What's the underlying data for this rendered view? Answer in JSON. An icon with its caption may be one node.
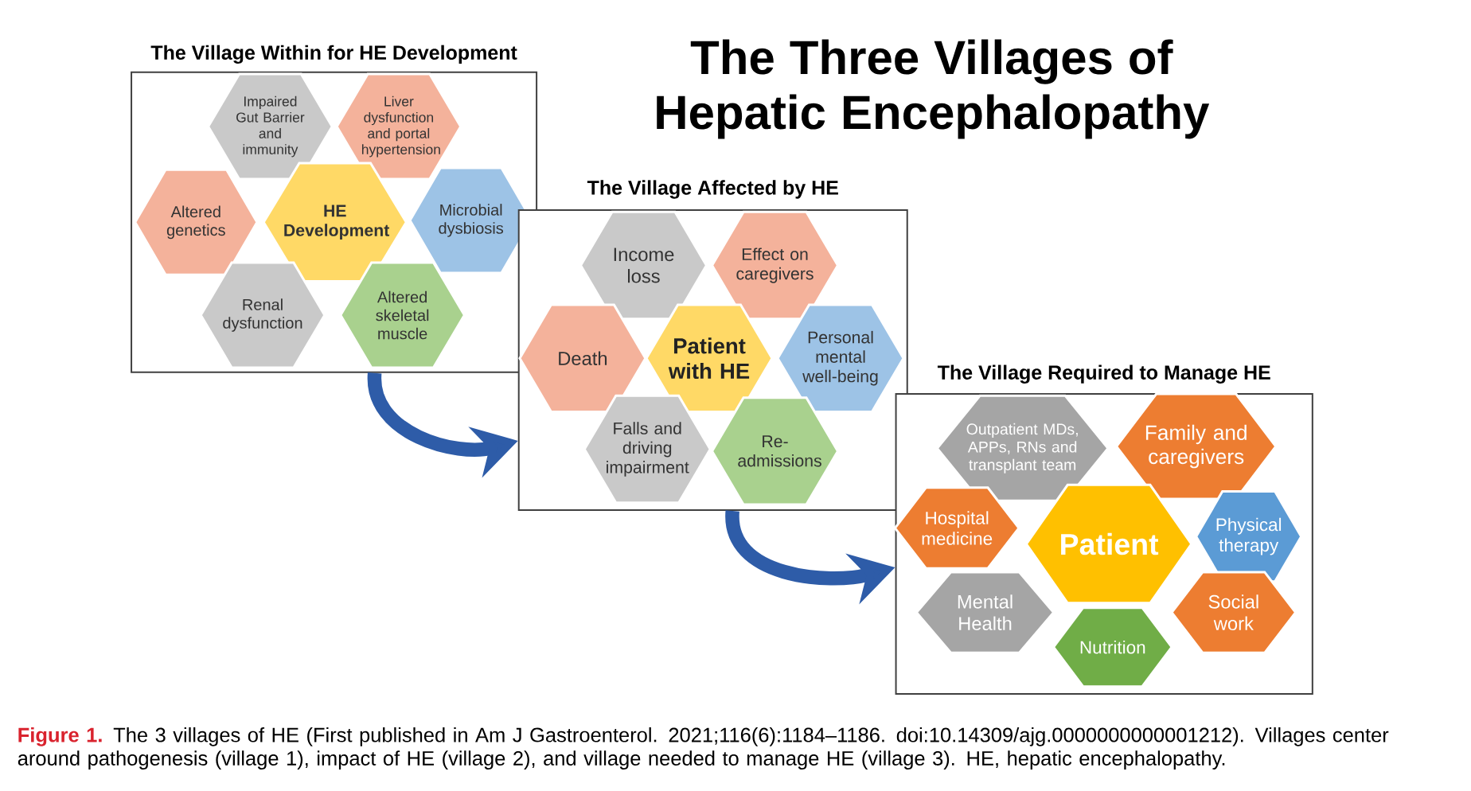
{
  "diagram": {
    "title": "The Three Villages of Hepatic Encephalopathy",
    "caption": "The 3 villages of HE (First published in Am J Gastroenterol. 2021;116(6):1184–1186. doi:10.14309/ajg.0000000000001212). Villages center around pathogenesis (village 1), impact of HE (village 2), and village needed to manage HE (village 3). HE, hepatic encephalopathy.",
    "nodes": [
      {
        "text": [
          "The Village Within for HE Development"
        ]
      },
      {
        "text": [
          "Impaired Gut Barrier and immunity"
        ],
        "in": 0
      },
      {
        "text": [
          "Liver dysfunction and portal hypertension"
        ],
        "in": 0
      },
      {
        "text": [
          "Altered genetics"
        ],
        "in": 0
      },
      {
        "text": [
          "HE Development"
        ],
        "in": 0
      },
      {
        "text": [
          "Microbial dysbiosis"
        ],
        "in": 0
      },
      {
        "text": [
          "Renal dysfunction"
        ],
        "in": 0
      },
      {
        "text": [
          "Altered skeletal muscle"
        ],
        "in": 0
      },
      {
        "text": [
          "The Village Affected by HE"
        ]
      },
      {
        "text": [
          "Income loss"
        ],
        "in": 8
      },
      {
        "text": [
          "Effect on caregivers"
        ],
        "in": 8
      },
      {
        "text": [
          "Death"
        ],
        "in": 8
      },
      {
        "text": [
          "Patient with HE"
        ],
        "in": 8
      },
      {
        "text": [
          "Personal mental well-being"
        ],
        "in": 8
      },
      {
        "text": [
          "Falls and driving impairment"
        ],
        "in": 8
      },
      {
        "text": [
          "Re-admissions"
        ],
        "in": 8
      },
      {
        "text": [
          "The Village Required to Manage HE"
        ]
      },
      {
        "text": [
          "Outpatient MDs, APPs, RNs and transplant team"
        ],
        "in": 16
      },
      {
        "text": [
          "Family and caregivers"
        ],
        "in": 16
      },
      {
        "text": [
          "Hospital medicine"
        ],
        "in": 16
      },
      {
        "text": [
          "Patient"
        ],
        "in": 16
      },
      {
        "text": [
          "Physical therapy"
        ],
        "in": 16
      },
      {
        "text": [
          "Mental Health"
        ],
        "in": 16
      },
      {
        "text": [
          "Nutrition"
        ],
        "in": 16
      },
      {
        "text": [
          "Social work"
        ],
        "in": 16
      }
    ],
    "edges": [
      {
        "from": 0,
        "to": 8,
        "arrow": "to"
      },
      {
        "from": 8,
        "to": 16,
        "arrow": "to"
      }
    ],
    "labels": [
      "Figure 1."
    ]
  }
}
